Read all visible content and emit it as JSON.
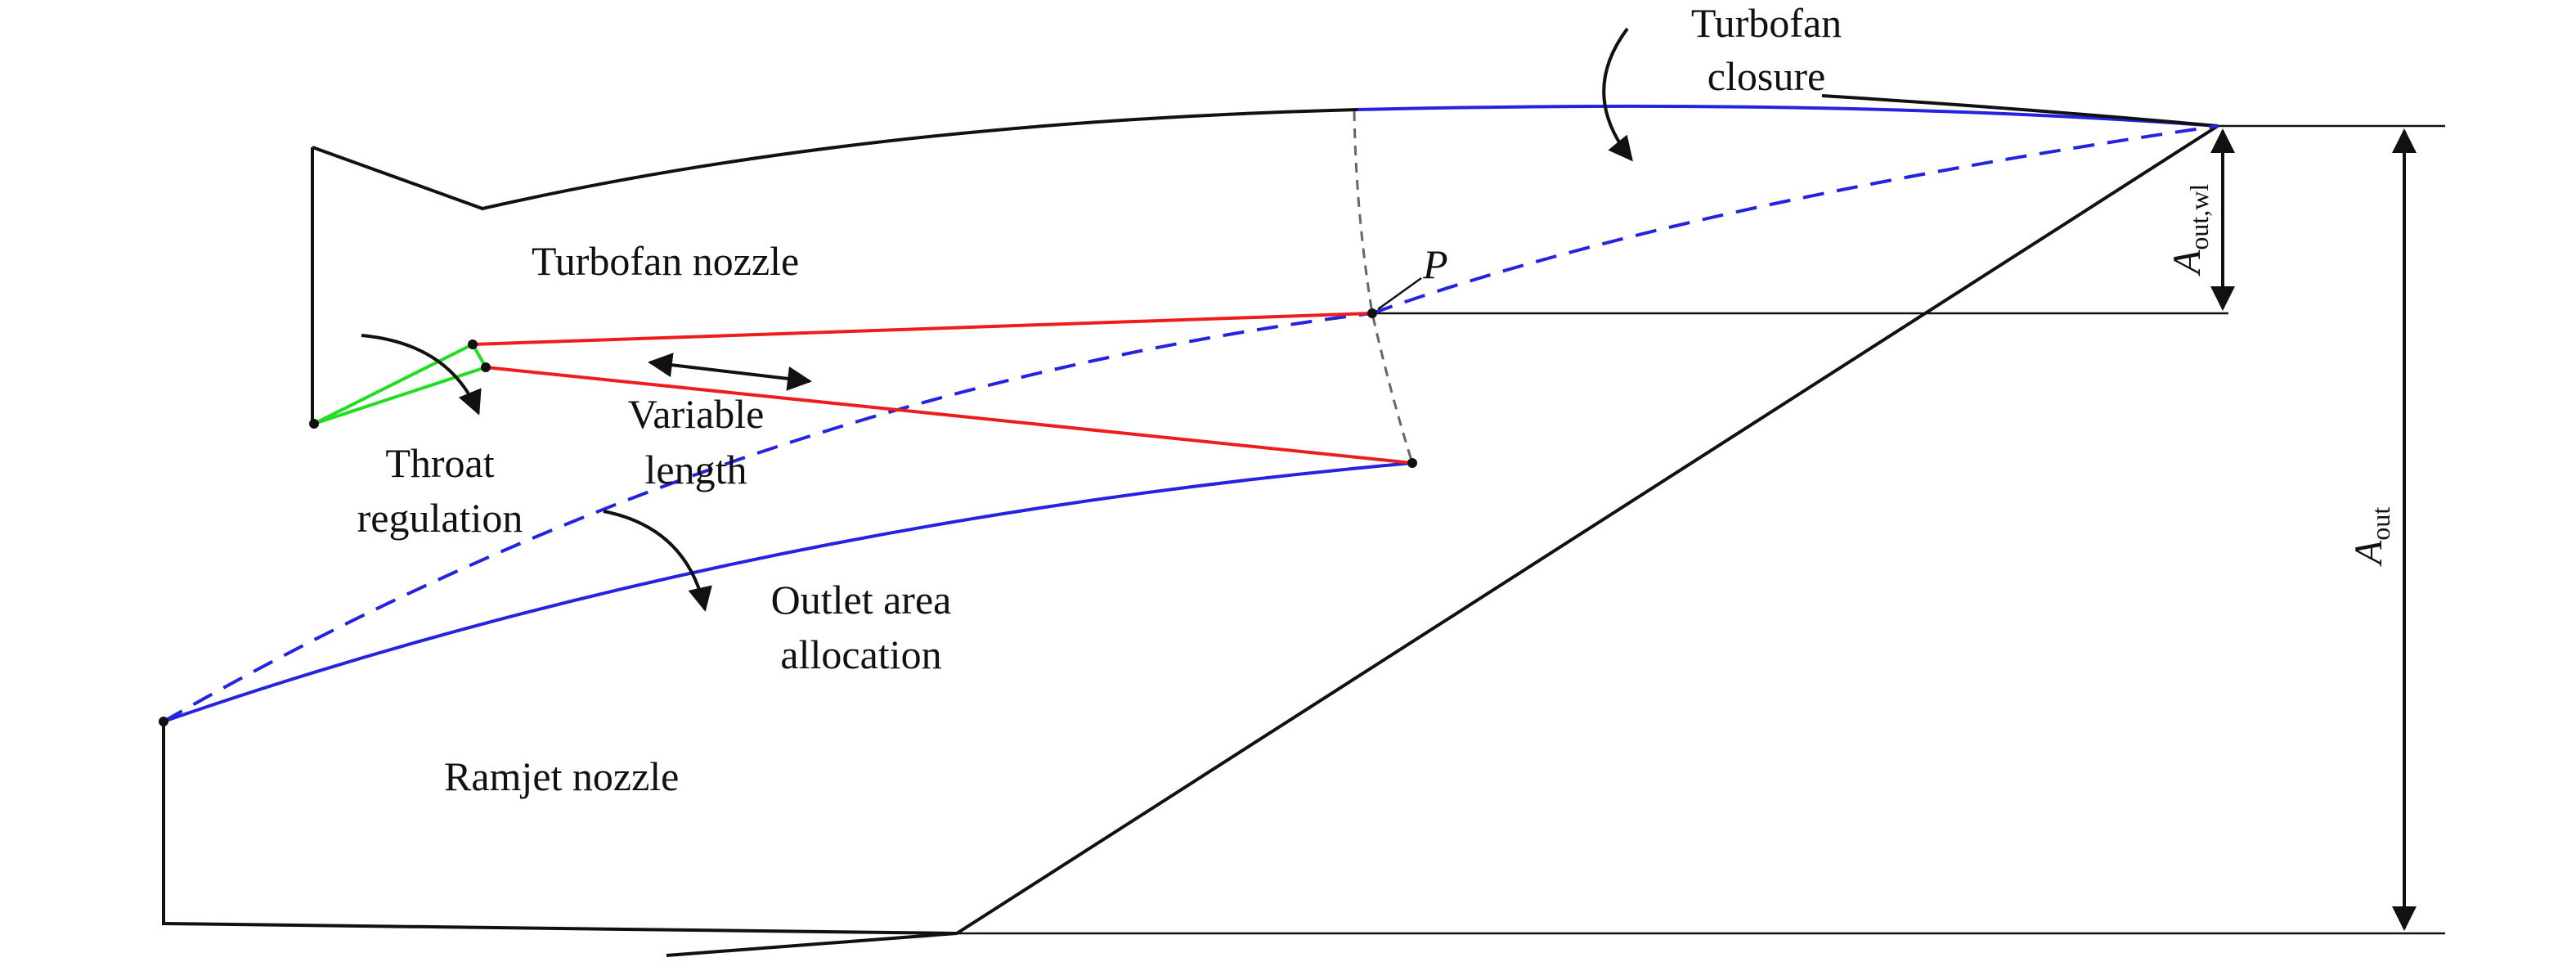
{
  "diagram": {
    "labels": {
      "turbofan_closure": [
        "Turbofan",
        "closure"
      ],
      "turbofan_nozzle": "Turbofan nozzle",
      "throat_regulation": [
        "Throat",
        "regulation"
      ],
      "variable_length": [
        "Variable",
        "length"
      ],
      "outlet_area_allocation": [
        "Outlet area",
        "allocation"
      ],
      "ramjet_nozzle": "Ramjet nozzle",
      "point_p": "P",
      "a_out_wl": {
        "symbol": "A",
        "subscript": "out,wl"
      },
      "a_out": {
        "symbol": "A",
        "subscript": "out"
      }
    },
    "colors": {
      "outline": "#111111",
      "turbofan_contour": "#2323e0",
      "ramp": "#ee1c1c",
      "throat_flap": "#22dd22",
      "construction": "#666666"
    }
  }
}
